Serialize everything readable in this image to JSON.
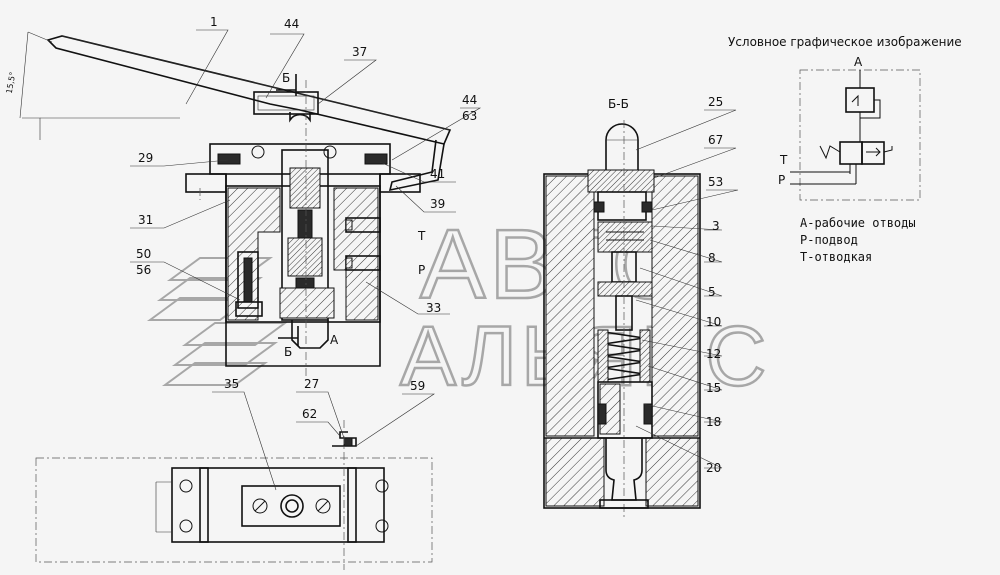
{
  "title": "Условное графическое изображение",
  "watermark": {
    "line1": "АВТО",
    "line2": "АЛЬЯНС"
  },
  "section_label": "Б-Б",
  "section_marks": {
    "top": "Б",
    "bottom": "Б"
  },
  "legend": [
    "А-рабочие отводы",
    "Р-подвод",
    "Т-отводкая"
  ],
  "schematic_ports": {
    "a": "А",
    "t": "Т",
    "p": "Р"
  },
  "port_labels": {
    "t": "Т",
    "p": "Р",
    "a": "А"
  },
  "angle_label": "15,5°",
  "callouts_left": [
    "1",
    "44",
    "37",
    "44",
    "63",
    "29",
    "41",
    "39",
    "31",
    "50",
    "56",
    "33",
    "35",
    "27",
    "62",
    "59"
  ],
  "callouts_right": [
    "25",
    "67",
    "53",
    "3",
    "8",
    "5",
    "10",
    "12",
    "15",
    "18",
    "20"
  ]
}
